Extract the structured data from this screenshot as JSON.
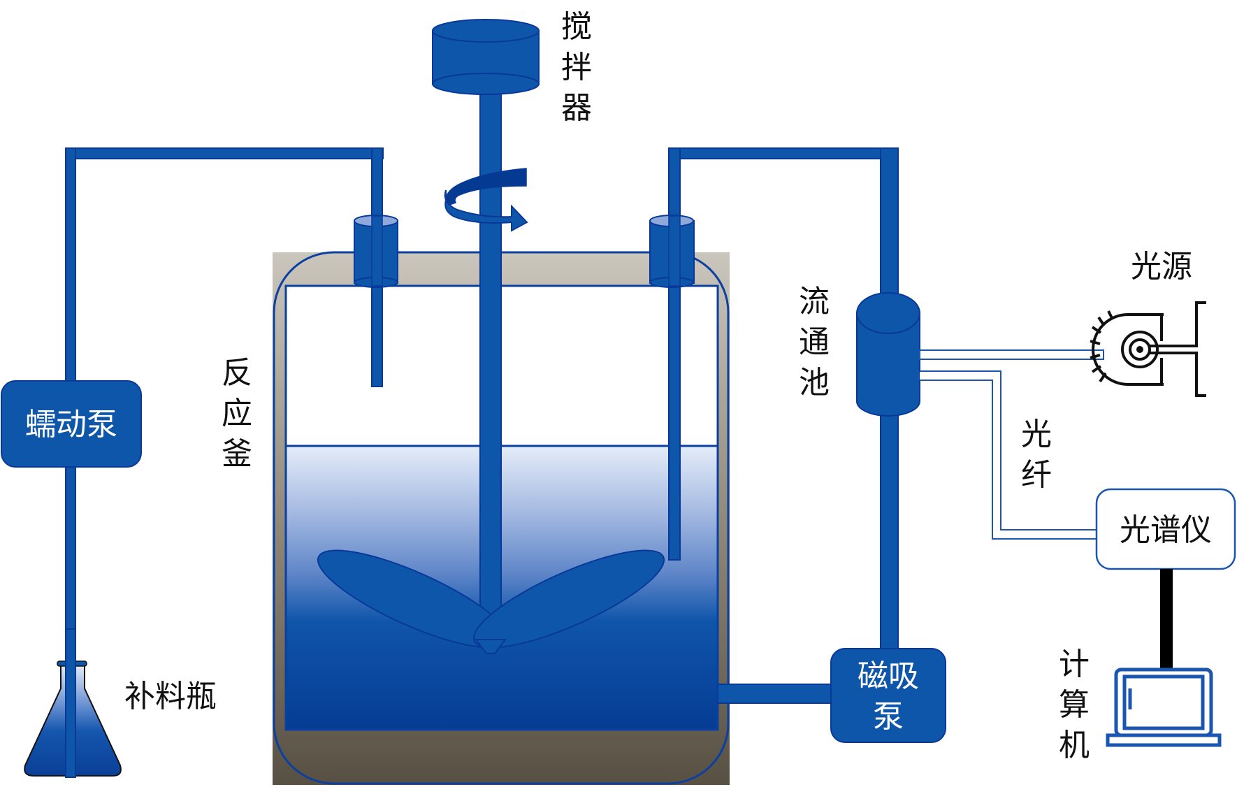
{
  "diagram": {
    "type": "process-schematic",
    "colors": {
      "pipe_blue": "#0e56aa",
      "pipe_border": "#08399a",
      "liquid_top": "#e4ecf8",
      "liquid_bottom": "#0a3e96",
      "jacket_top": "#cbc6bd",
      "jacket_bottom": "#575043",
      "text": "#111111",
      "box_text": "#ffffff"
    },
    "components": {
      "stirrer": {
        "label_chars": [
          "搅",
          "拌",
          "器"
        ]
      },
      "reactor": {
        "label_chars": [
          "反",
          "应",
          "釜"
        ]
      },
      "peristaltic_pump": {
        "label": "蠕动泵"
      },
      "feed_bottle": {
        "label": "补料瓶"
      },
      "flow_cell": {
        "label_chars": [
          "流",
          "通",
          "池"
        ]
      },
      "light_source": {
        "label": "光源"
      },
      "optical_fiber": {
        "label_chars": [
          "光",
          "纤"
        ]
      },
      "spectrometer": {
        "label": "光谱仪"
      },
      "magnetic_pump": {
        "label_line1": "磁吸",
        "label_line2": "泵"
      },
      "computer": {
        "label_chars": [
          "计",
          "算",
          "机"
        ]
      }
    }
  }
}
